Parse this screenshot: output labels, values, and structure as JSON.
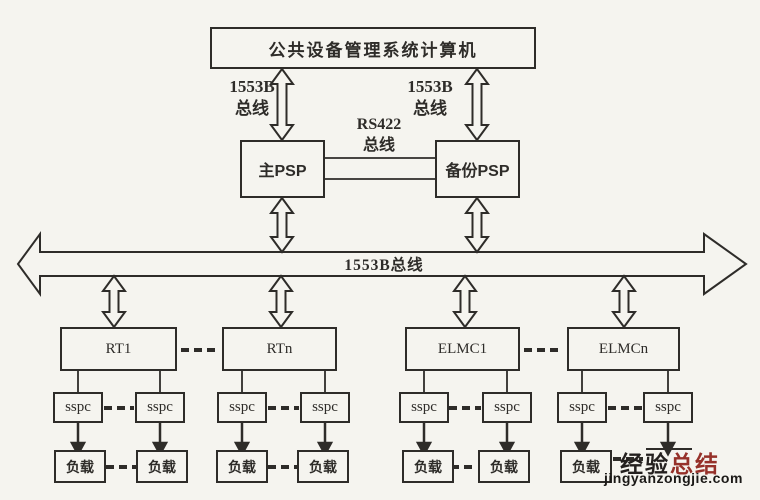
{
  "nodes": {
    "computer": "公共设备管理系统计算机",
    "psp_primary": "主PSP",
    "psp_backup": "备份PSP",
    "rt1": "RT1",
    "rtn": "RTn",
    "elmc1": "ELMC1",
    "elmcn": "ELMCn",
    "sspc": "sspc",
    "load": "负载"
  },
  "labels": {
    "bus_left_line1": "1553B",
    "bus_left_line2": "总线",
    "bus_right_line1": "1553B",
    "bus_right_line2": "总线",
    "rs422_line1": "RS422",
    "rs422_line2": "总线",
    "main_bus": "1553B总线"
  },
  "watermark": {
    "brand_black": "经验",
    "brand_red": "总结",
    "url": "jingyanzongjie.com"
  },
  "colors": {
    "line": "#2e2c29",
    "background": "#f5f4ef",
    "watermark_red": "#96312a",
    "watermark_black": "#24201f"
  }
}
